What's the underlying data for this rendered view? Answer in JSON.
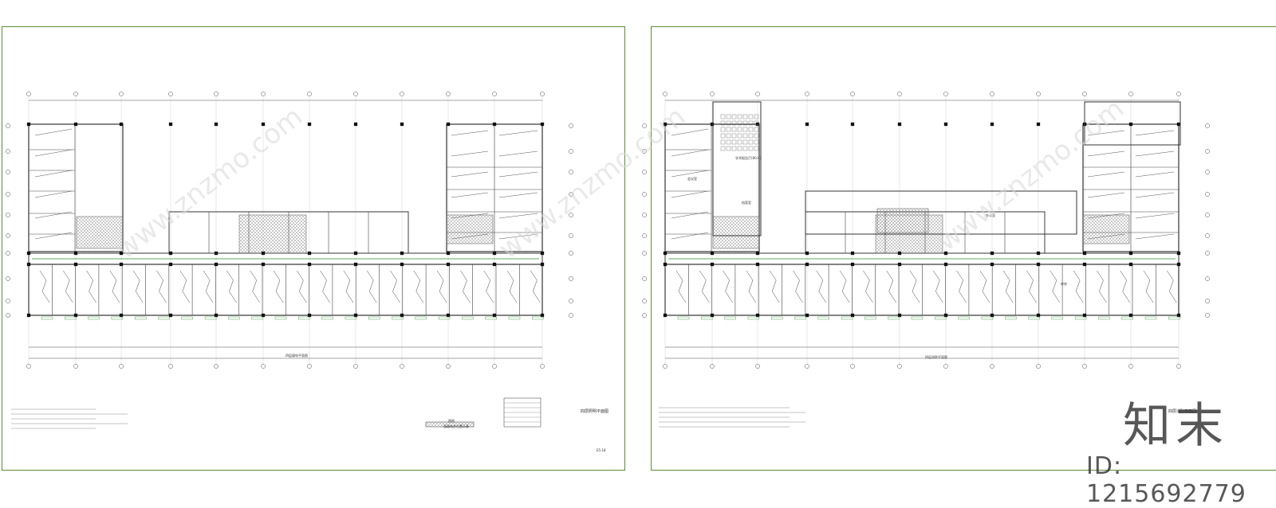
{
  "left_sheet": {
    "plan_caption": "四层弱电平面图",
    "title_block": "四层照明平面图",
    "legend_header": "图例",
    "legend_note": "强弱电井位置示意",
    "page_no": "E5-18"
  },
  "right_sheet": {
    "plan_caption": "四层消防平面图",
    "title_block": "四层消防平面图",
    "rooms": {
      "lecture_hall": "学术报告厅(80人)",
      "archive": "档案室",
      "meeting": "会议室",
      "office": "办公室",
      "storage": "库房"
    }
  },
  "brand": {
    "logo": "知末",
    "id": "ID: 1215692779",
    "watermark": "www.znzmo.com"
  },
  "colors": {
    "frame": "#5f8a3a",
    "grid": "#4a4a4a",
    "green_wire": "#2e8b2e"
  }
}
